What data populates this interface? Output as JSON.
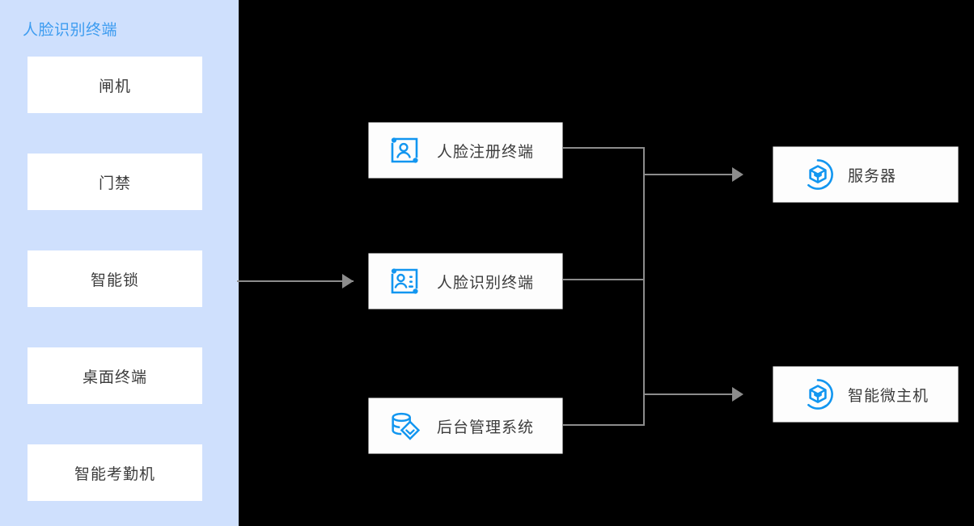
{
  "diagram": {
    "title": "人脸识别终端",
    "background_color": "#000000",
    "panel_color": "#cfe0fd",
    "accent_color": "#1296f0",
    "connector_color": "#8c8c8c",
    "text_color": "#3c3c3c",
    "title_color": "#3d9cf0"
  },
  "panel": {
    "title": "人脸识别终端",
    "cards": [
      {
        "label": "闸机"
      },
      {
        "label": "门禁"
      },
      {
        "label": "智能锁"
      },
      {
        "label": "桌面终端"
      },
      {
        "label": "智能考勤机"
      }
    ]
  },
  "middle_nodes": [
    {
      "label": "人脸注册终端",
      "icon": "face-register-icon"
    },
    {
      "label": "人脸识别终端",
      "icon": "face-recognition-icon"
    },
    {
      "label": "后台管理系统",
      "icon": "database-management-icon"
    }
  ],
  "right_nodes": [
    {
      "label": "服务器",
      "icon": "server-cube-icon"
    },
    {
      "label": "智能微主机",
      "icon": "server-cube-icon"
    }
  ]
}
